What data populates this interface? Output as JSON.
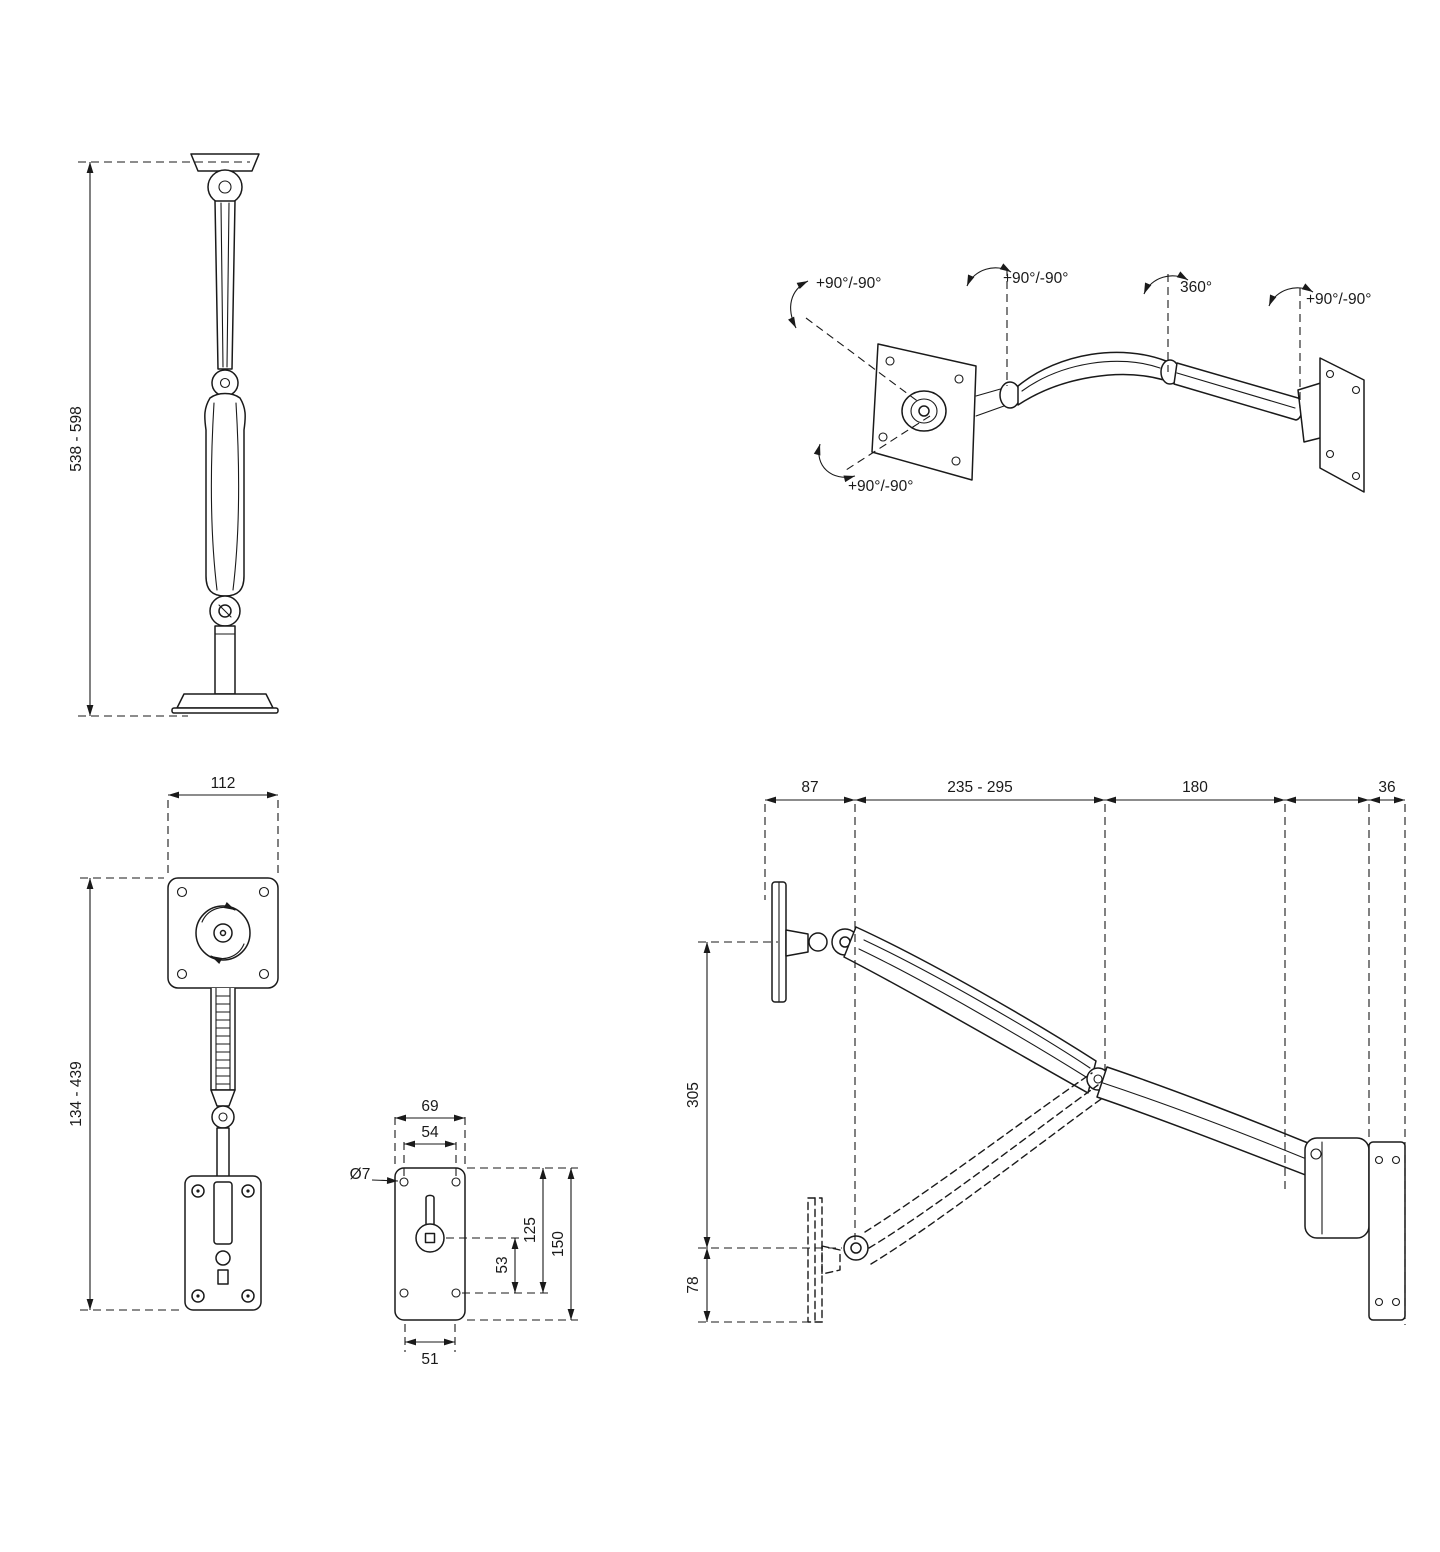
{
  "drawing": {
    "line_color": "#1a1a1a",
    "views": {
      "side_collapsed": {
        "dim_height": "538 - 598"
      },
      "rotation": {
        "dim_tilt": "+90°/-90°",
        "dim_pan": "+90°/-90°",
        "dim_swivel": "360°",
        "dim_wall_swivel": "+90°/-90°",
        "dim_screen_rotation": "+90°/-90°"
      },
      "front": {
        "dim_width": "112",
        "dim_height": "134 - 439"
      },
      "wall_plate": {
        "dim_outer_width": "69",
        "dim_hole_span_width": "54",
        "dim_hole_diameter": "Ø7",
        "dim_hole_span_height": "53",
        "dim_inner_height": "125",
        "dim_outer_height": "150",
        "dim_base_width": "51"
      },
      "side_extended": {
        "dim_depth_head": "87",
        "dim_arm_reach": "235 - 295",
        "dim_forearm": "180",
        "dim_wall_offset": "36",
        "dim_lift_range": "305",
        "dim_below_mount": "78"
      }
    }
  }
}
